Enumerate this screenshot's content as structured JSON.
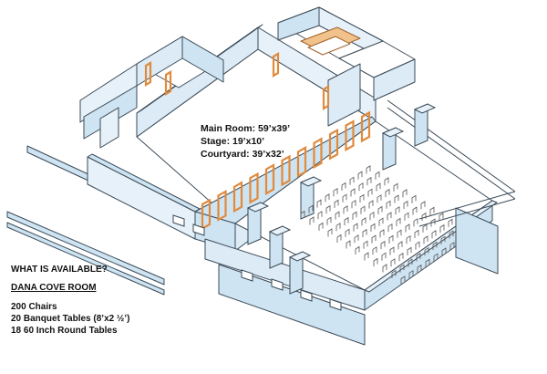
{
  "floorplan": {
    "dimensions": {
      "main_room": "Main Room: 59’x39’",
      "stage": "Stage: 19’x10’",
      "courtyard": "Courtyard: 39’x32’"
    }
  },
  "availability": {
    "heading": "WHAT IS AVAILABLE?",
    "room_name": "DANA COVE ROOM",
    "items": [
      "200 Chairs",
      "20 Banquet Tables (8’x2 ½’)",
      "18 60 Inch Round Tables"
    ]
  },
  "colors": {
    "wall_fill": "#cfe4f2",
    "wall_stroke": "#3a4a57",
    "floor_fill": "#ffffff",
    "door_accent": "#e08a3c",
    "chair_stroke": "#555555"
  }
}
